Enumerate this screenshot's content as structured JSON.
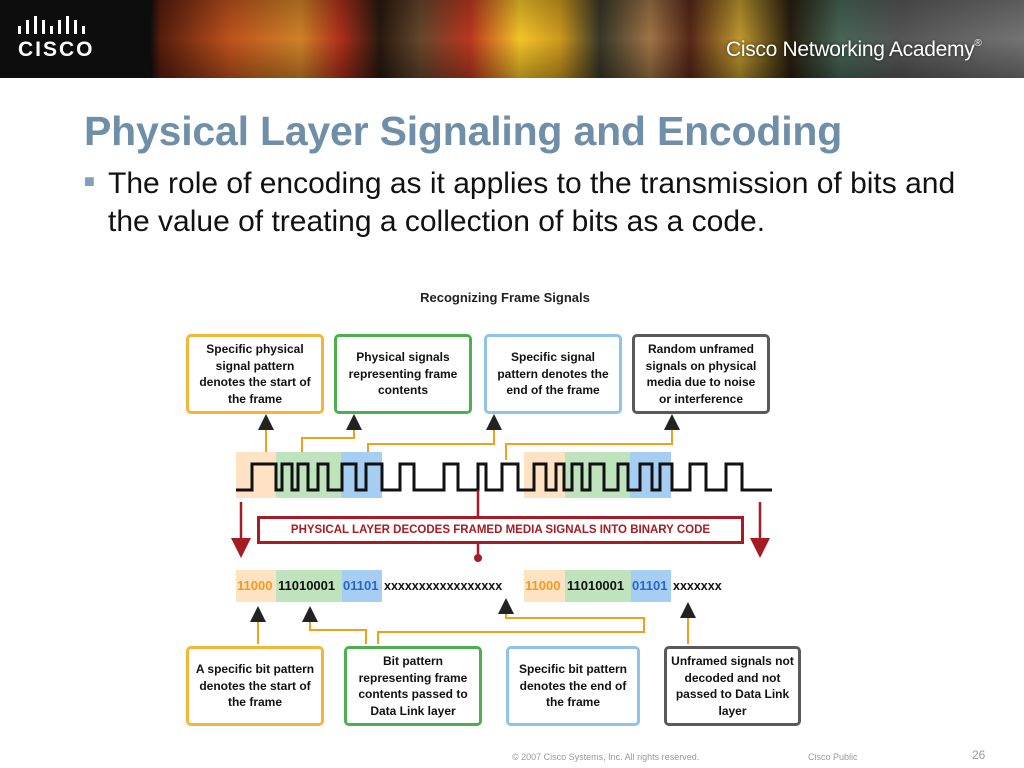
{
  "header": {
    "logo_text": "CISCO",
    "academy_text": "Cisco Networking Academy",
    "academy_mark": "®"
  },
  "slide": {
    "title": "Physical Layer Signaling and Encoding",
    "bullet": "The role of encoding as it applies to the transmission of bits and the value of treating a collection of bits as a code."
  },
  "diagram": {
    "title": "Recognizing Frame Signals",
    "top_boxes": [
      "Specific physical signal pattern denotes the start of the frame",
      "Physical signals representing frame contents",
      "Specific signal pattern denotes the end of the frame",
      "Random unframed signals on physical media due to noise or interference"
    ],
    "decode_label": "PHYSICAL LAYER DECODES FRAMED MEDIA SIGNALS INTO BINARY CODE",
    "bits": {
      "start1": "11000",
      "content1": "11010001",
      "end1": "01101",
      "noise1": "xxxxxxxxxxxxxxxxx",
      "start2": "11000",
      "content2": "11010001",
      "end2": "01101",
      "noise2": "xxxxxxx"
    },
    "bottom_boxes": [
      "A specific bit pattern denotes the start of the frame",
      "Bit pattern representing frame contents passed to Data Link layer",
      "Specific bit pattern denotes the end of the frame",
      "Unframed signals not decoded and not passed to Data Link layer"
    ],
    "colors": {
      "start": "#fde3c4",
      "content": "#bfe3bd",
      "end": "#a6cdf2",
      "start_text": "#f39a1e",
      "end_text": "#2a66c8",
      "arrow": "#f0a020",
      "decode": "#a51c24"
    }
  },
  "footer": {
    "copyright": "© 2007 Cisco Systems, Inc. All rights reserved.",
    "classification": "Cisco Public",
    "page_number": "26"
  }
}
